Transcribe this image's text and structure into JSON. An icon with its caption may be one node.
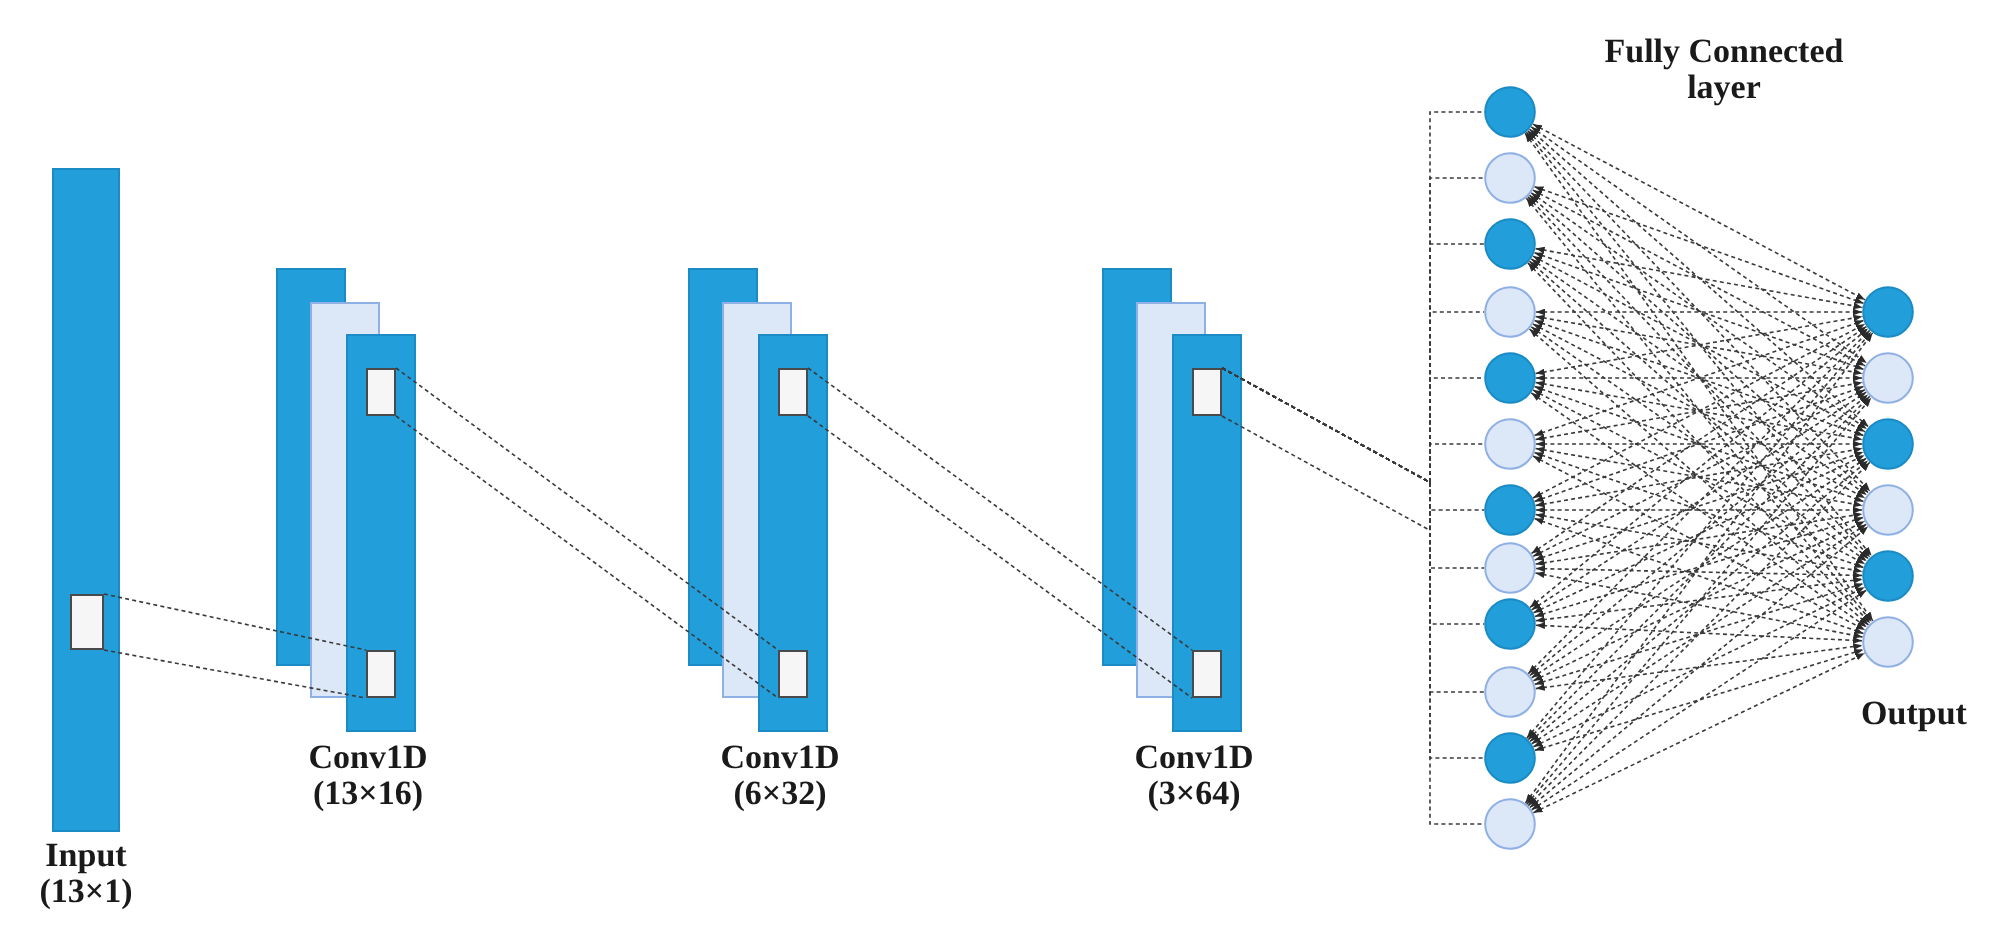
{
  "diagram": {
    "nodes": [
      {
        "text": [
          "Input (13×1)"
        ]
      },
      {
        "text": [],
        "shape": "box",
        "in": 0
      },
      {
        "text": [
          "Conv1D (13×16)"
        ]
      },
      {
        "text": [],
        "shape": "box",
        "in": 2
      },
      {
        "text": [],
        "shape": "box",
        "in": 2
      },
      {
        "text": [
          "Conv1D (6×32)"
        ]
      },
      {
        "text": [],
        "shape": "box",
        "in": 5
      },
      {
        "text": [],
        "shape": "box",
        "in": 5
      },
      {
        "text": [
          "Conv1D (3×64)"
        ]
      },
      {
        "text": [],
        "shape": "box",
        "in": 8
      },
      {
        "text": [],
        "shape": "box",
        "in": 8
      },
      {
        "text": [],
        "shape": "circle"
      },
      {
        "text": [],
        "shape": "circle"
      },
      {
        "text": [],
        "shape": "circle"
      },
      {
        "text": [],
        "shape": "circle"
      },
      {
        "text": [],
        "shape": "circle"
      },
      {
        "text": [],
        "shape": "circle"
      },
      {
        "text": [],
        "shape": "circle"
      },
      {
        "text": [],
        "shape": "circle"
      },
      {
        "text": [],
        "shape": "circle"
      },
      {
        "text": [],
        "shape": "circle"
      },
      {
        "text": [],
        "shape": "circle"
      },
      {
        "text": [],
        "shape": "circle"
      },
      {
        "text": [],
        "shape": "circle"
      },
      {
        "text": [],
        "shape": "circle"
      },
      {
        "text": [],
        "shape": "circle"
      },
      {
        "text": [],
        "shape": "circle"
      },
      {
        "text": [],
        "shape": "circle"
      },
      {
        "text": [],
        "shape": "circle"
      }
    ],
    "edges": [
      {
        "from": 1,
        "to": 4,
        "arrow": "none",
        "style": "dashed"
      },
      {
        "from": 1,
        "to": 4,
        "arrow": "none",
        "style": "dashed"
      },
      {
        "from": 3,
        "to": 7,
        "arrow": "none",
        "style": "dashed"
      },
      {
        "from": 3,
        "to": 7,
        "arrow": "none",
        "style": "dashed"
      },
      {
        "from": 6,
        "to": 10,
        "arrow": "none",
        "style": "dashed"
      },
      {
        "from": 6,
        "to": 10,
        "arrow": "none",
        "style": "dashed"
      },
      {
        "from": 9,
        "to": 11,
        "arrow": "none",
        "style": "dashed"
      },
      {
        "from": 9,
        "to": 12,
        "arrow": "none",
        "style": "dashed"
      },
      {
        "from": 9,
        "to": 13,
        "arrow": "none",
        "style": "dashed"
      },
      {
        "from": 9,
        "to": 14,
        "arrow": "none",
        "style": "dashed"
      },
      {
        "from": 9,
        "to": 15,
        "arrow": "none",
        "style": "dashed"
      },
      {
        "from": 9,
        "to": 16,
        "arrow": "none",
        "style": "dashed"
      },
      {
        "from": 9,
        "to": 17,
        "arrow": "none",
        "style": "dashed"
      },
      {
        "from": 9,
        "to": 18,
        "arrow": "none",
        "style": "dashed"
      },
      {
        "from": 9,
        "to": 19,
        "arrow": "none",
        "style": "dashed"
      },
      {
        "from": 9,
        "to": 20,
        "arrow": "none",
        "style": "dashed"
      },
      {
        "from": 9,
        "to": 21,
        "arrow": "none",
        "style": "dashed"
      },
      {
        "from": 9,
        "to": 22,
        "arrow": "none",
        "style": "dashed"
      },
      {
        "from": 11,
        "to": 23,
        "arrow": "both",
        "style": "dashed"
      },
      {
        "from": 11,
        "to": 24,
        "arrow": "both",
        "style": "dashed"
      },
      {
        "from": 11,
        "to": 25,
        "arrow": "both",
        "style": "dashed"
      },
      {
        "from": 11,
        "to": 26,
        "arrow": "both",
        "style": "dashed"
      },
      {
        "from": 11,
        "to": 27,
        "arrow": "both",
        "style": "dashed"
      },
      {
        "from": 11,
        "to": 28,
        "arrow": "both",
        "style": "dashed"
      },
      {
        "from": 12,
        "to": 23,
        "arrow": "both",
        "style": "dashed"
      },
      {
        "from": 12,
        "to": 24,
        "arrow": "both",
        "style": "dashed"
      },
      {
        "from": 12,
        "to": 25,
        "arrow": "both",
        "style": "dashed"
      },
      {
        "from": 12,
        "to": 26,
        "arrow": "both",
        "style": "dashed"
      },
      {
        "from": 12,
        "to": 27,
        "arrow": "both",
        "style": "dashed"
      },
      {
        "from": 12,
        "to": 28,
        "arrow": "both",
        "style": "dashed"
      },
      {
        "from": 13,
        "to": 23,
        "arrow": "both",
        "style": "dashed"
      },
      {
        "from": 13,
        "to": 24,
        "arrow": "both",
        "style": "dashed"
      },
      {
        "from": 13,
        "to": 25,
        "arrow": "both",
        "style": "dashed"
      },
      {
        "from": 13,
        "to": 26,
        "arrow": "both",
        "style": "dashed"
      },
      {
        "from": 13,
        "to": 27,
        "arrow": "both",
        "style": "dashed"
      },
      {
        "from": 13,
        "to": 28,
        "arrow": "both",
        "style": "dashed"
      },
      {
        "from": 14,
        "to": 23,
        "arrow": "both",
        "style": "dashed"
      },
      {
        "from": 14,
        "to": 24,
        "arrow": "both",
        "style": "dashed"
      },
      {
        "from": 14,
        "to": 25,
        "arrow": "both",
        "style": "dashed"
      },
      {
        "from": 14,
        "to": 26,
        "arrow": "both",
        "style": "dashed"
      },
      {
        "from": 14,
        "to": 27,
        "arrow": "both",
        "style": "dashed"
      },
      {
        "from": 14,
        "to": 28,
        "arrow": "both",
        "style": "dashed"
      },
      {
        "from": 15,
        "to": 23,
        "arrow": "both",
        "style": "dashed"
      },
      {
        "from": 15,
        "to": 24,
        "arrow": "both",
        "style": "dashed"
      },
      {
        "from": 15,
        "to": 25,
        "arrow": "both",
        "style": "dashed"
      },
      {
        "from": 15,
        "to": 26,
        "arrow": "both",
        "style": "dashed"
      },
      {
        "from": 15,
        "to": 27,
        "arrow": "both",
        "style": "dashed"
      },
      {
        "from": 15,
        "to": 28,
        "arrow": "both",
        "style": "dashed"
      },
      {
        "from": 16,
        "to": 23,
        "arrow": "both",
        "style": "dashed"
      },
      {
        "from": 16,
        "to": 24,
        "arrow": "both",
        "style": "dashed"
      },
      {
        "from": 16,
        "to": 25,
        "arrow": "both",
        "style": "dashed"
      },
      {
        "from": 16,
        "to": 26,
        "arrow": "both",
        "style": "dashed"
      },
      {
        "from": 16,
        "to": 27,
        "arrow": "both",
        "style": "dashed"
      },
      {
        "from": 16,
        "to": 28,
        "arrow": "both",
        "style": "dashed"
      },
      {
        "from": 17,
        "to": 23,
        "arrow": "both",
        "style": "dashed"
      },
      {
        "from": 17,
        "to": 24,
        "arrow": "both",
        "style": "dashed"
      },
      {
        "from": 17,
        "to": 25,
        "arrow": "both",
        "style": "dashed"
      },
      {
        "from": 17,
        "to": 26,
        "arrow": "both",
        "style": "dashed"
      },
      {
        "from": 17,
        "to": 27,
        "arrow": "both",
        "style": "dashed"
      },
      {
        "from": 17,
        "to": 28,
        "arrow": "both",
        "style": "dashed"
      },
      {
        "from": 18,
        "to": 23,
        "arrow": "both",
        "style": "dashed"
      },
      {
        "from": 18,
        "to": 24,
        "arrow": "both",
        "style": "dashed"
      },
      {
        "from": 18,
        "to": 25,
        "arrow": "both",
        "style": "dashed"
      },
      {
        "from": 18,
        "to": 26,
        "arrow": "both",
        "style": "dashed"
      },
      {
        "from": 18,
        "to": 27,
        "arrow": "both",
        "style": "dashed"
      },
      {
        "from": 18,
        "to": 28,
        "arrow": "both",
        "style": "dashed"
      },
      {
        "from": 19,
        "to": 23,
        "arrow": "both",
        "style": "dashed"
      },
      {
        "from": 19,
        "to": 24,
        "arrow": "both",
        "style": "dashed"
      },
      {
        "from": 19,
        "to": 25,
        "arrow": "both",
        "style": "dashed"
      },
      {
        "from": 19,
        "to": 26,
        "arrow": "both",
        "style": "dashed"
      },
      {
        "from": 19,
        "to": 27,
        "arrow": "both",
        "style": "dashed"
      },
      {
        "from": 19,
        "to": 28,
        "arrow": "both",
        "style": "dashed"
      },
      {
        "from": 20,
        "to": 23,
        "arrow": "both",
        "style": "dashed"
      },
      {
        "from": 20,
        "to": 24,
        "arrow": "both",
        "style": "dashed"
      },
      {
        "from": 20,
        "to": 25,
        "arrow": "both",
        "style": "dashed"
      },
      {
        "from": 20,
        "to": 26,
        "arrow": "both",
        "style": "dashed"
      },
      {
        "from": 20,
        "to": 27,
        "arrow": "both",
        "style": "dashed"
      },
      {
        "from": 20,
        "to": 28,
        "arrow": "both",
        "style": "dashed"
      },
      {
        "from": 21,
        "to": 23,
        "arrow": "both",
        "style": "dashed"
      },
      {
        "from": 21,
        "to": 24,
        "arrow": "both",
        "style": "dashed"
      },
      {
        "from": 21,
        "to": 25,
        "arrow": "both",
        "style": "dashed"
      },
      {
        "from": 21,
        "to": 26,
        "arrow": "both",
        "style": "dashed"
      },
      {
        "from": 21,
        "to": 27,
        "arrow": "both",
        "style": "dashed"
      },
      {
        "from": 21,
        "to": 28,
        "arrow": "both",
        "style": "dashed"
      },
      {
        "from": 22,
        "to": 23,
        "arrow": "both",
        "style": "dashed"
      },
      {
        "from": 22,
        "to": 24,
        "arrow": "both",
        "style": "dashed"
      },
      {
        "from": 22,
        "to": 25,
        "arrow": "both",
        "style": "dashed"
      },
      {
        "from": 22,
        "to": 26,
        "arrow": "both",
        "style": "dashed"
      },
      {
        "from": 22,
        "to": 27,
        "arrow": "both",
        "style": "dashed"
      },
      {
        "from": 22,
        "to": 28,
        "arrow": "both",
        "style": "dashed"
      }
    ],
    "labels": [
      "Fully Connected layer",
      "Output"
    ]
  }
}
